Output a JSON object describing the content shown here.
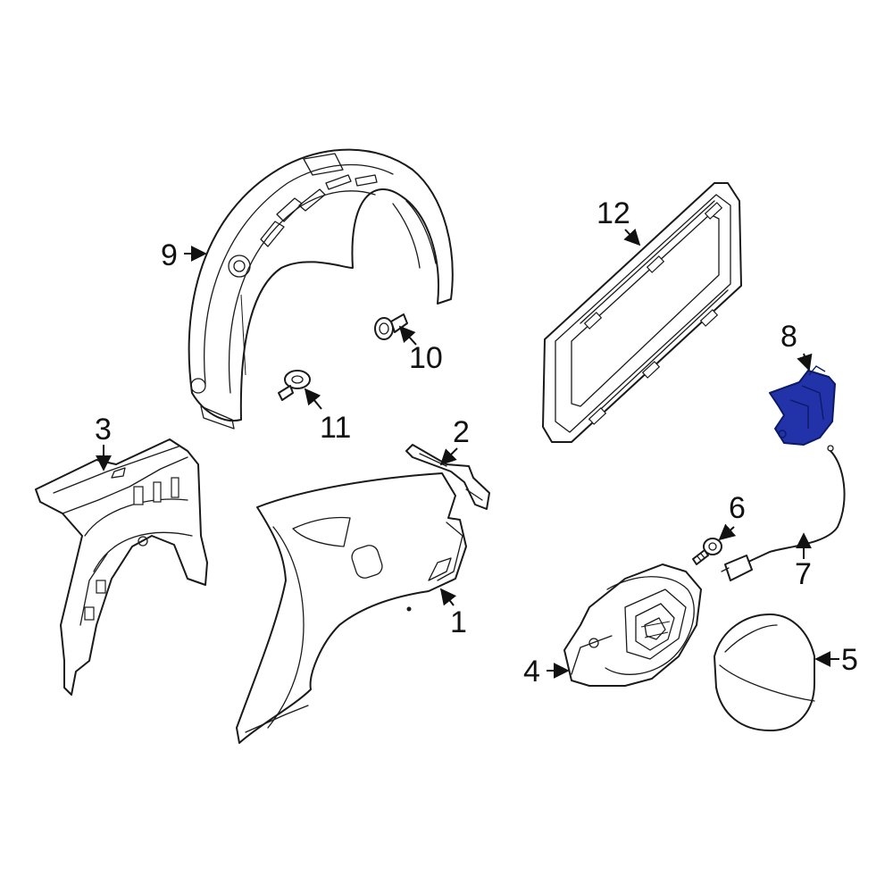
{
  "diagram": {
    "highlight_color": "#2233aa",
    "callouts": [
      {
        "id": "c1",
        "label": "1",
        "part": "quarter-panel"
      },
      {
        "id": "c2",
        "label": "2",
        "part": "bracket"
      },
      {
        "id": "c3",
        "label": "3",
        "part": "inner-wheelhouse-panel"
      },
      {
        "id": "c4",
        "label": "4",
        "part": "fuel-door-housing"
      },
      {
        "id": "c5",
        "label": "5",
        "part": "fuel-door"
      },
      {
        "id": "c6",
        "label": "6",
        "part": "screw"
      },
      {
        "id": "c7",
        "label": "7",
        "part": "release-cable"
      },
      {
        "id": "c8",
        "label": "8",
        "part": "fuel-door-actuator"
      },
      {
        "id": "c9",
        "label": "9",
        "part": "wheelhouse-liner"
      },
      {
        "id": "c10",
        "label": "10",
        "part": "push-pin"
      },
      {
        "id": "c11",
        "label": "11",
        "part": "retainer-clip"
      },
      {
        "id": "c12",
        "label": "12",
        "part": "storage-tray"
      }
    ]
  }
}
